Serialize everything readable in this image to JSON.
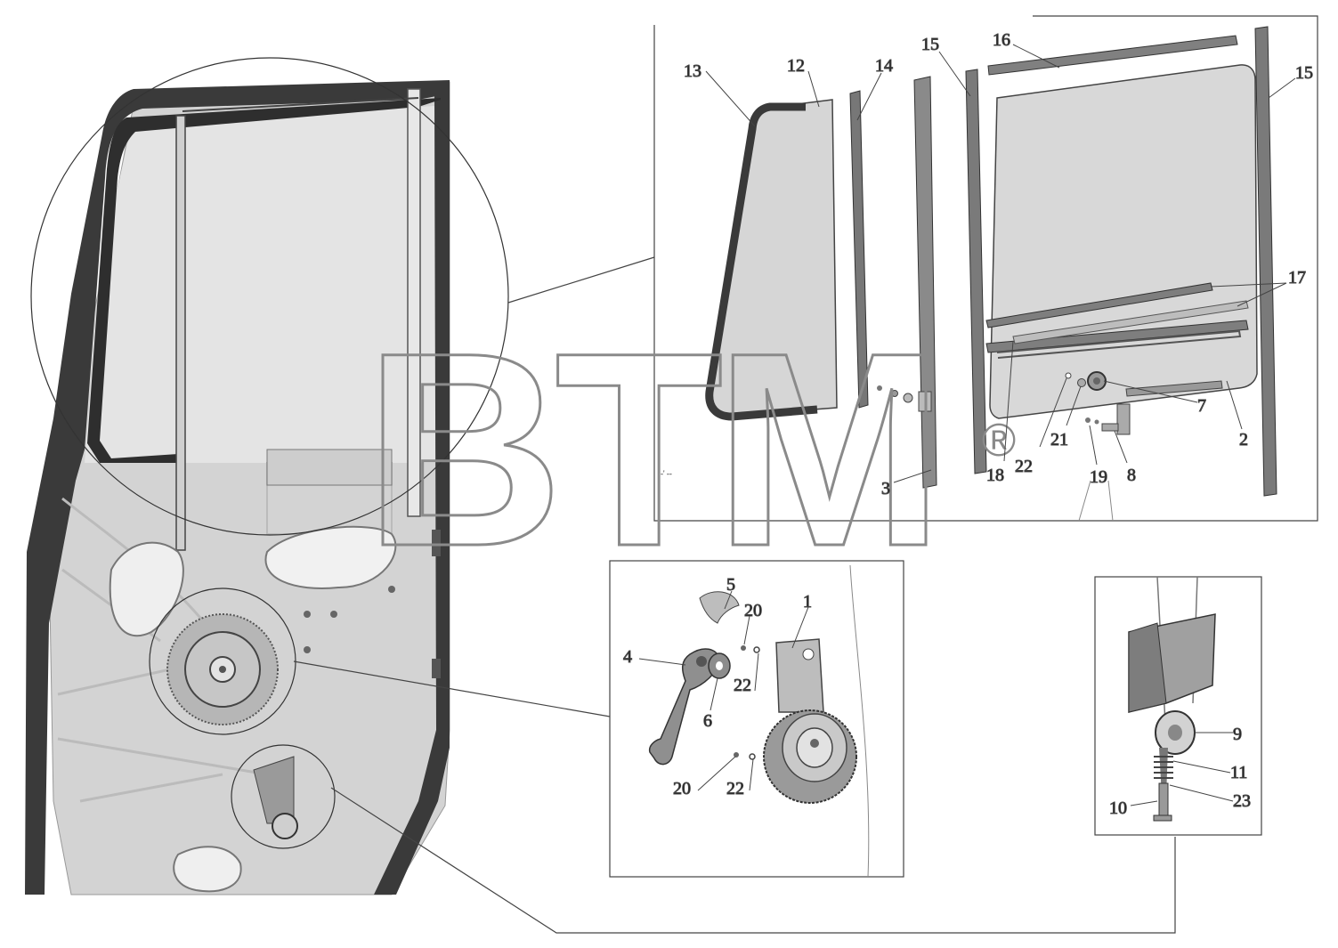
{
  "watermark": {
    "text": "BTM",
    "registered": "®"
  },
  "parts": {
    "p1": "1",
    "p2": "2",
    "p3": "3",
    "p4": "4",
    "p5": "5",
    "p6": "6",
    "p7": "7",
    "p8": "8",
    "p9": "9",
    "p10": "10",
    "p11": "11",
    "p12": "12",
    "p13": "13",
    "p14": "14",
    "p15a": "15",
    "p15b": "15",
    "p16": "16",
    "p17": "17",
    "p18": "18",
    "p19": "19",
    "p20a": "20",
    "p20b": "20",
    "p21": "21",
    "p22a": "22",
    "p22b": "22",
    "p22c": "22",
    "p23": "23"
  },
  "colors": {
    "panel": "#d3d3d3",
    "panel_dark": "#a9a9a9",
    "frame": "#3a3a3a",
    "glass": "#d8d8d8",
    "line": "#555555"
  }
}
